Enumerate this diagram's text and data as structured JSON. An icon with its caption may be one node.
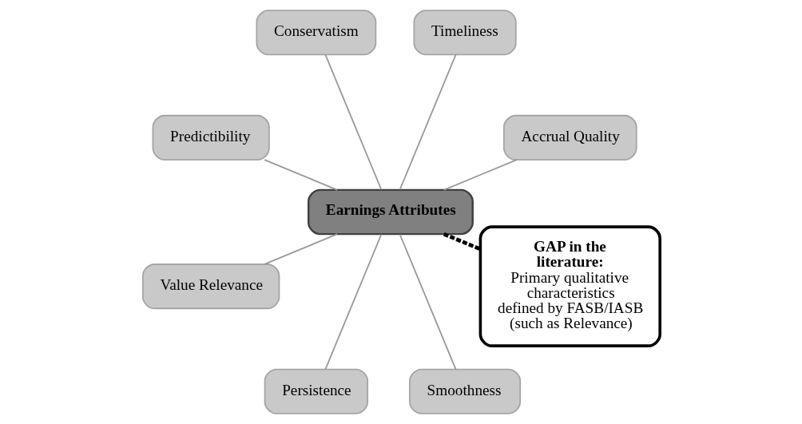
{
  "diagram": {
    "nodes": [
      {
        "text": [
          "Earnings Attributes"
        ]
      },
      {
        "text": [
          "Accrual Quality"
        ]
      },
      {
        "text": [
          "Timeliness"
        ]
      },
      {
        "text": [
          "Conservatism"
        ]
      },
      {
        "text": [
          "Predictibility"
        ]
      },
      {
        "text": [
          "Value Relevance"
        ]
      },
      {
        "text": [
          "Persistence"
        ]
      },
      {
        "text": [
          "Smoothness"
        ]
      },
      {
        "text": [
          "GAP in the literature:",
          "Primary qualitative characteristics defined by FASB/IASB (such as Relevance)"
        ]
      }
    ],
    "edges": [
      {
        "from": 0,
        "to": 1,
        "arrow": "none"
      },
      {
        "from": 0,
        "to": 2,
        "arrow": "none"
      },
      {
        "from": 0,
        "to": 3,
        "arrow": "none"
      },
      {
        "from": 0,
        "to": 4,
        "arrow": "none"
      },
      {
        "from": 0,
        "to": 5,
        "arrow": "none"
      },
      {
        "from": 0,
        "to": 6,
        "arrow": "none"
      },
      {
        "from": 0,
        "to": 7,
        "arrow": "none"
      },
      {
        "from": 0,
        "to": 8,
        "arrow": "none",
        "style": "dashed",
        "color": "#000000"
      }
    ]
  }
}
